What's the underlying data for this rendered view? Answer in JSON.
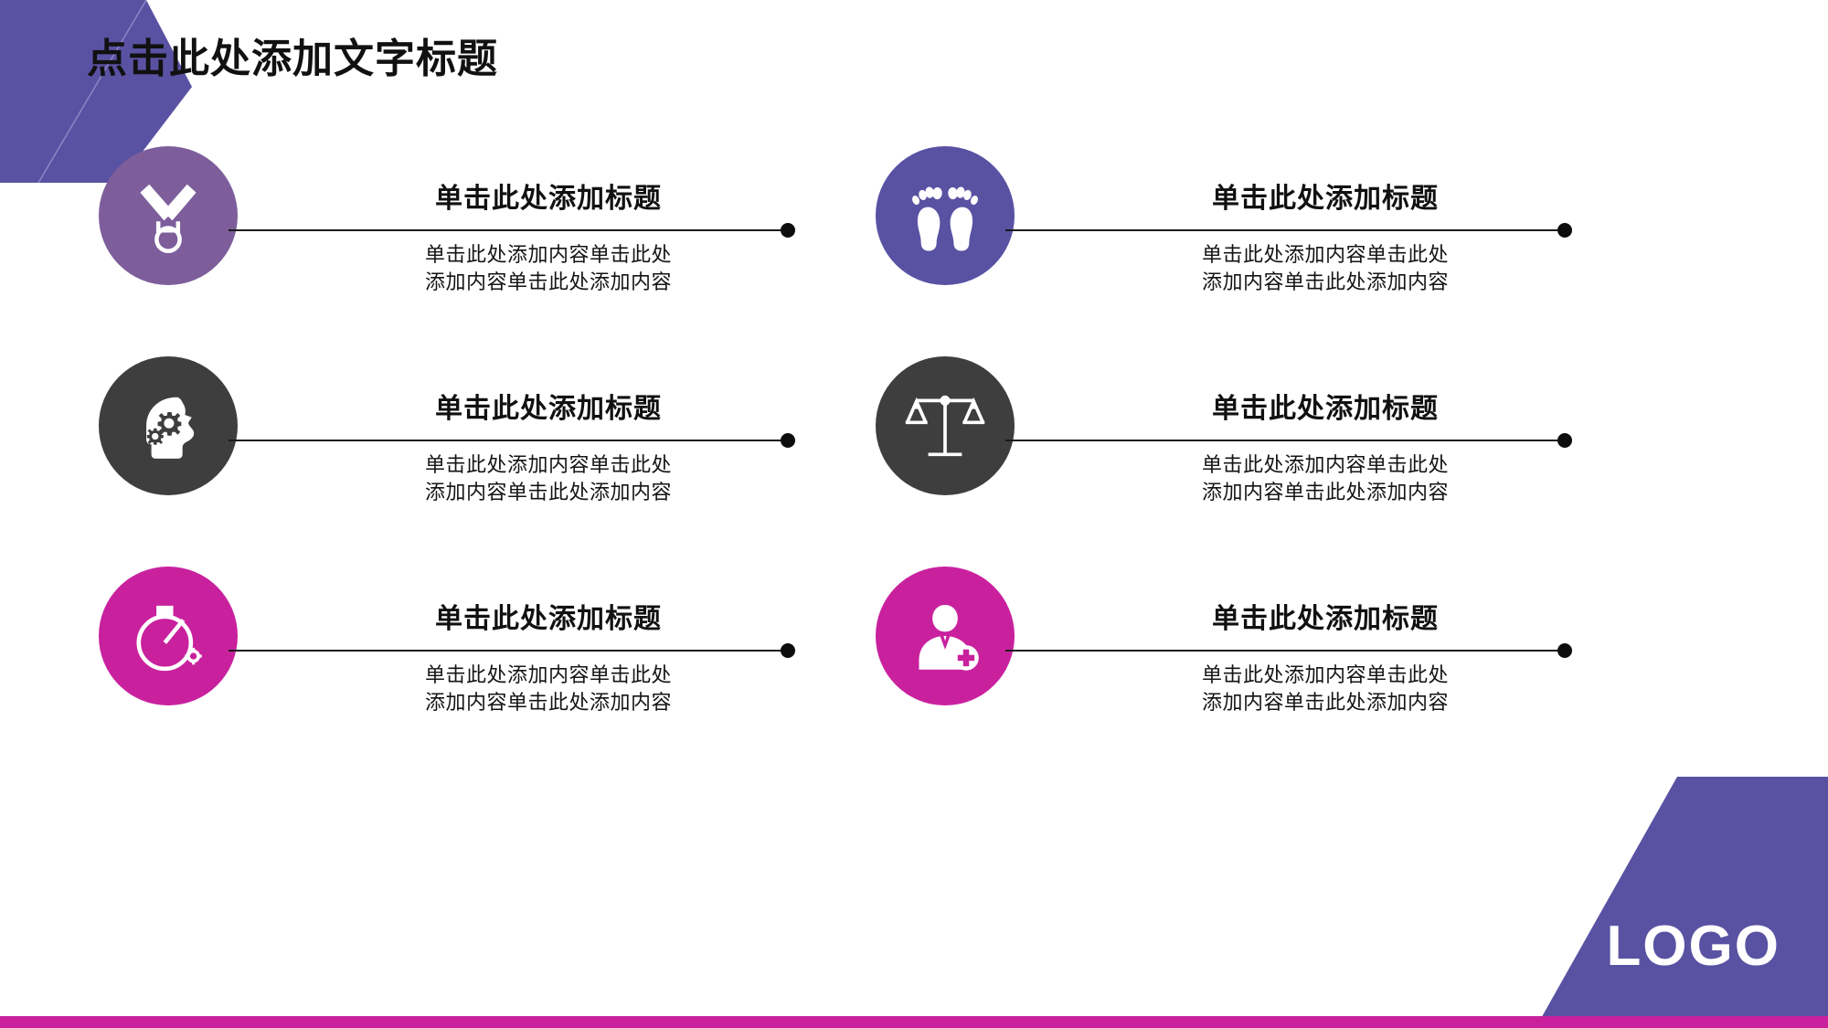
{
  "slide": {
    "title": "点击此处添加文字标题",
    "logo_text": "LOGO",
    "background_color": "#FFFFFF",
    "accent_purple": "#5952A3",
    "accent_magenta": "#C9219E",
    "line_color": "#1A1A1A"
  },
  "items": [
    {
      "title": "单击此处添加标题",
      "body_line1": "单击此处添加内容单击此处",
      "body_line2": "添加内容单击此处添加内容",
      "icon": "medal-icon",
      "circle_color": "#7D5E9B"
    },
    {
      "title": "单击此处添加标题",
      "body_line1": "单击此处添加内容单击此处",
      "body_line2": "添加内容单击此处添加内容",
      "icon": "footprints-icon",
      "circle_color": "#5952A3"
    },
    {
      "title": "单击此处添加标题",
      "body_line1": "单击此处添加内容单击此处",
      "body_line2": "添加内容单击此处添加内容",
      "icon": "head-gear-icon",
      "circle_color": "#3E3E3E"
    },
    {
      "title": "单击此处添加标题",
      "body_line1": "单击此处添加内容单击此处",
      "body_line2": "添加内容单击此处添加内容",
      "icon": "scales-icon",
      "circle_color": "#3E3E3E"
    },
    {
      "title": "单击此处添加标题",
      "body_line1": "单击此处添加内容单击此处",
      "body_line2": "添加内容单击此处添加内容",
      "icon": "stopwatch-icon",
      "circle_color": "#C9219E"
    },
    {
      "title": "单击此处添加标题",
      "body_line1": "单击此处添加内容单击此处",
      "body_line2": "添加内容单击此处添加内容",
      "icon": "doctor-plus-icon",
      "circle_color": "#C9219E"
    }
  ]
}
